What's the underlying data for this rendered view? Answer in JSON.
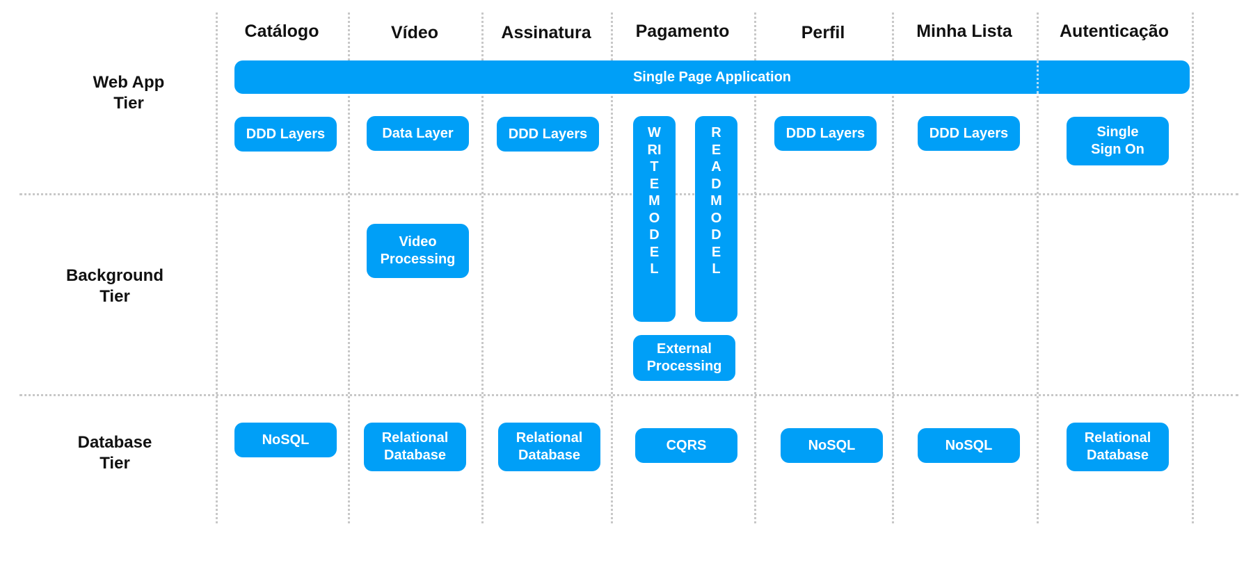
{
  "columns": [
    "Catálogo",
    "Vídeo",
    "Assinatura",
    "Pagamento",
    "Perfil",
    "Minha Lista",
    "Autenticação"
  ],
  "tiers": {
    "web_app": "Web App\nTier",
    "background": "Background\nTier",
    "database": "Database\nTier"
  },
  "web_app_tier": {
    "spa": "Single Page Application",
    "catalogo": "DDD Layers",
    "video": "Data Layer",
    "assinatura": "DDD Layers",
    "perfil": "DDD Layers",
    "minha_lista": "DDD Layers",
    "autenticacao": "Single\nSign On"
  },
  "pagamento": {
    "write_model": "WRITE MODEL",
    "read_model": "READ MODEL",
    "external": "External\nProcessing"
  },
  "background_tier": {
    "video": "Video\nProcessing"
  },
  "database_tier": {
    "catalogo": "NoSQL",
    "video": "Relational\nDatabase",
    "assinatura": "Relational\nDatabase",
    "pagamento": "CQRS",
    "perfil": "NoSQL",
    "minha_lista": "NoSQL",
    "autenticacao": "Relational\nDatabase"
  },
  "colors": {
    "box": "#009ff7",
    "box_text": "#ffffff",
    "grid": "#c8c8c8"
  }
}
